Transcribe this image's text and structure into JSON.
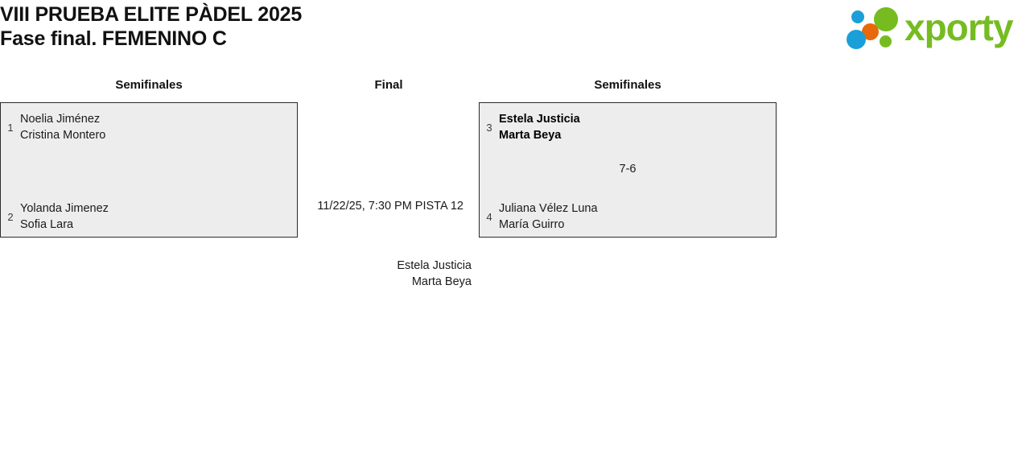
{
  "header": {
    "title_line1": "VIII PRUEBA ELITE PÀDEL 2025",
    "title_line2": "Fase final. FEMENINO C",
    "logo": {
      "wordmark": "xporty",
      "colors": {
        "green": "#76bc21",
        "blue": "#1b9fd8",
        "orange": "#e8690b"
      }
    }
  },
  "bracket": {
    "rounds": [
      {
        "label": "Semifinales",
        "side": "left"
      },
      {
        "label": "Final",
        "side": "center"
      },
      {
        "label": "Semifinales",
        "side": "right"
      }
    ],
    "matches": {
      "semifinal_left": {
        "teams": [
          {
            "seed": "1",
            "player1": "Noelia Jiménez",
            "player2": "Cristina Montero",
            "winner": false
          },
          {
            "seed": "2",
            "player1": "Yolanda Jimenez",
            "player2": "Sofia Lara",
            "winner": false
          }
        ],
        "score": ""
      },
      "semifinal_right": {
        "teams": [
          {
            "seed": "3",
            "player1": "Estela Justicia",
            "player2": "Marta Beya",
            "winner": true
          },
          {
            "seed": "4",
            "player1": "Juliana Vélez Luna",
            "player2": "María Guirro",
            "winner": false
          }
        ],
        "score": "7-6"
      },
      "final": {
        "schedule": "11/22/25, 7:30 PM PISTA 12",
        "qualified_player1": "Estela Justicia",
        "qualified_player2": "Marta Beya"
      }
    }
  }
}
